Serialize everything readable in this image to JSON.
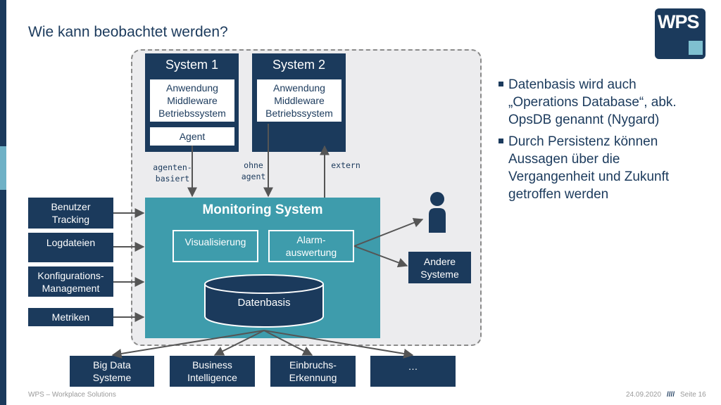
{
  "slide": {
    "title": "Wie kann beobachtet werden?",
    "logo_text": "WPS"
  },
  "diagram": {
    "system1": {
      "title": "System 1",
      "stack": [
        "Anwendung",
        "Middleware",
        "Betriebssystem"
      ],
      "agent": "Agent"
    },
    "system2": {
      "title": "System 2",
      "stack": [
        "Anwendung",
        "Middleware",
        "Betriebssystem"
      ]
    },
    "edge_labels": {
      "agent_based": [
        "agenten-",
        "basiert"
      ],
      "no_agent": [
        "ohne",
        "agent"
      ],
      "external": "extern"
    },
    "monitoring": {
      "title": "Monitoring System",
      "visualization": "Visualisierung",
      "alarm": [
        "Alarm-",
        "auswertung"
      ],
      "database": "Datenbasis"
    },
    "sources": [
      [
        "Benutzer",
        "Tracking"
      ],
      [
        "Logdateien"
      ],
      [
        "Konfigurations-",
        "Management"
      ],
      [
        "Metriken"
      ]
    ],
    "other_systems": [
      "Andere",
      "Systeme"
    ],
    "outputs": [
      [
        "Big Data",
        "Systeme"
      ],
      [
        "Business",
        "Intelligence"
      ],
      [
        "Einbruchs-",
        "Erkennung"
      ],
      [
        "…"
      ]
    ]
  },
  "bullets": [
    "Datenbasis wird auch „Operations Database“, abk. OpsDB genannt (Nygard)",
    "Durch Persistenz können Aussagen über die Vergangenheit und Zukunft getroffen werden"
  ],
  "footer": {
    "left": "WPS – Workplace Solutions",
    "date": "24.09.2020",
    "separator": "////",
    "page": "Seite 16"
  },
  "colors": {
    "navy": "#1b3a5c",
    "teal": "#3e9cac",
    "accent": "#7fc0d0"
  }
}
